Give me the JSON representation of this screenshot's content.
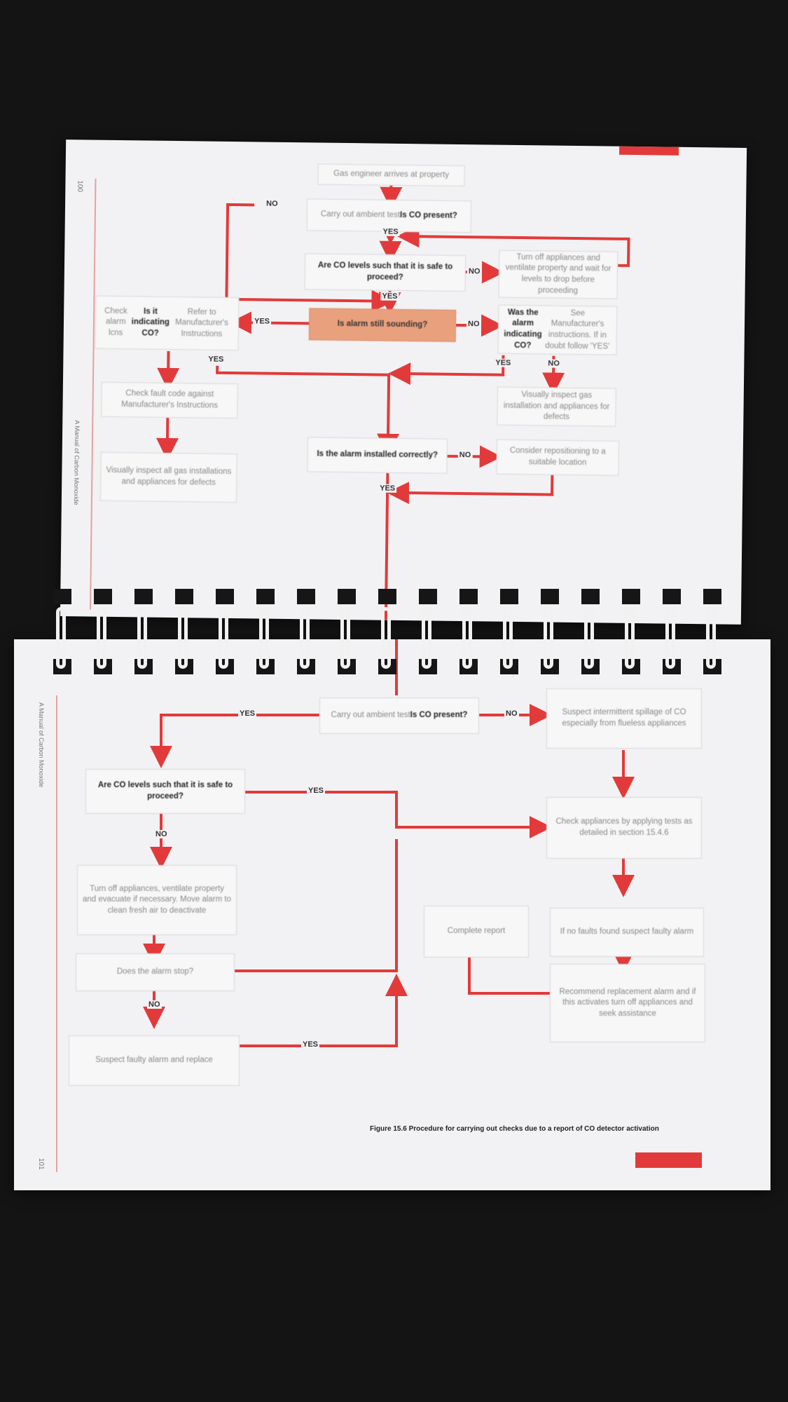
{
  "flowchart_top": {
    "page_number": "100",
    "side_text": "A Manual of Carbon Monoxide",
    "boxes": {
      "arrive": "Gas engineer arrives at property",
      "ambient_note": "Carry out ambient test",
      "ambient_q": "Is CO present?",
      "levels_safe": "Are CO levels such that it is safe to proceed?",
      "turn_off_wait": "Turn off appliances and ventilate property and wait for levels to drop before proceeding",
      "alarm_sounding": "Is alarm still sounding?",
      "check_alarm_note": "Check alarm lcns",
      "check_alarm_q": "Is it indicating CO?",
      "check_alarm_sub": "Refer to Manufacturer's Instructions",
      "was_indicating_q": "Was the alarm indicating CO?",
      "was_indicating_sub": "See Manufacturer's instructions. If in doubt follow 'YES'",
      "check_fault": "Check fault code against Manufacturer's Instructions",
      "visually_inspect_install": "Visually inspect gas installation and appliances for defects",
      "installed_correctly": "Is the alarm installed correctly?",
      "reposition": "Consider repositioning to a suitable location",
      "visually_inspect_all": "Visually inspect all gas installations and appliances for defects"
    },
    "labels": {
      "no1": "NO",
      "yes1": "YES",
      "no2": "NO",
      "yes2": "YES",
      "yes3": "YES",
      "no3": "NO",
      "yes4": "YES",
      "yes5": "YES",
      "no4": "NO",
      "no5": "NO",
      "yes6": "YES"
    }
  },
  "flowchart_bottom": {
    "page_number": "101",
    "side_text": "A Manual of Carbon Monoxide",
    "boxes": {
      "ambient_note": "Carry out ambient test",
      "ambient_q": "Is CO present?",
      "suspect_intermittent": "Suspect intermittent spillage of CO especially from flueless appliances",
      "levels_safe": "Are CO levels such that it is safe to proceed?",
      "check_appliances": "Check appliances by applying tests as detailed in section 15.4.6",
      "turn_off": "Turn off appliances, ventilate property and evacuate if necessary. Move alarm to clean fresh air to deactivate",
      "complete_report": "Complete report",
      "no_faults": "If no faults found suspect faulty alarm",
      "alarm_stop": "Does the alarm stop?",
      "recommend": "Recommend replacement alarm and if this activates turn off appliances and seek assistance",
      "suspect_faulty": "Suspect faulty alarm and replace"
    },
    "labels": {
      "yes1": "YES",
      "no1": "NO",
      "yes2": "YES",
      "no2": "NO",
      "yes3": "YES",
      "no3": "NO"
    },
    "caption": "Figure 15.6 Procedure for carrying out checks due to a report of CO detector activation"
  },
  "colors": {
    "accent": "#e23a3a",
    "decision_fill": "#e9a07d",
    "page": "#f2f2f4",
    "background": "#141414"
  }
}
